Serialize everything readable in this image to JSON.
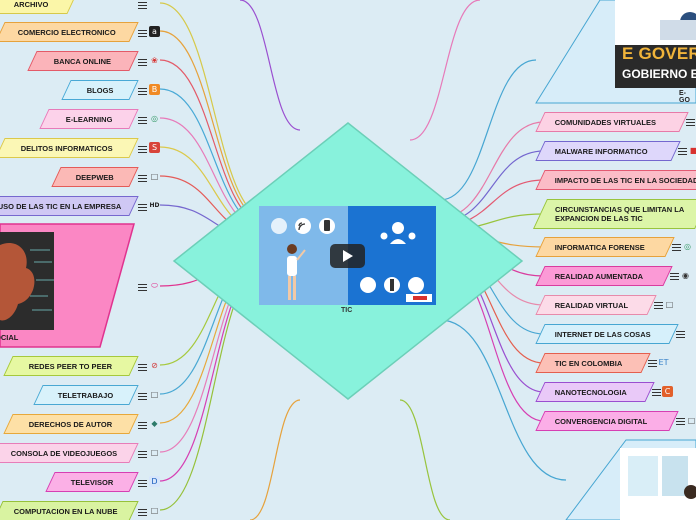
{
  "center": {
    "title": "TIC"
  },
  "left_nodes": [
    {
      "key": "archivo",
      "label": "ARCHIVO",
      "color": "#fbf6a8",
      "border": "#d6c94a",
      "icon": "none"
    },
    {
      "key": "comercio",
      "label": "COMERCIO ELECTRONICO",
      "color": "#fdd8a2",
      "border": "#e6a23c",
      "icon": "a-box"
    },
    {
      "key": "banca",
      "label": "BANCA ONLINE",
      "color": "#fbb4ba",
      "border": "#e35a68",
      "icon": "cherries"
    },
    {
      "key": "blogs",
      "label": "BLOGS",
      "color": "#d7f1fb",
      "border": "#48a9d6",
      "icon": "blogger"
    },
    {
      "key": "elearning",
      "label": "E-LEARNING",
      "color": "#fcd2ea",
      "border": "#e77ab9",
      "icon": "globe"
    },
    {
      "key": "delitos",
      "label": "DELITOS INFORMATICOS",
      "color": "#fbf7b5",
      "border": "#dbc94b",
      "icon": "s-circle"
    },
    {
      "key": "deepweb",
      "label": "DEEPWEB",
      "color": "#fbb9b6",
      "border": "#e45b58",
      "icon": "note"
    },
    {
      "key": "empresa",
      "label": "USO DE LAS TIC EN LA EMPRESA",
      "color": "#cfc8f4",
      "border": "#7668cf",
      "icon": "hd"
    },
    {
      "key": "social",
      "label": "SOCIAL",
      "color": "#fb87c4",
      "border": "#e0338f",
      "icon": "link"
    },
    {
      "key": "p2p",
      "label": "REDES PEER TO PEER",
      "color": "#e6f8a2",
      "border": "#a6c93c",
      "icon": "p-circle"
    },
    {
      "key": "teletrabajo",
      "label": "TELETRABAJO",
      "color": "#d8f2fb",
      "border": "#49a8d3",
      "icon": "note"
    },
    {
      "key": "derechos",
      "label": "DERECHOS DE AUTOR",
      "color": "#fde0a6",
      "border": "#e7a83a",
      "icon": "diamond"
    },
    {
      "key": "videojuegos",
      "label": "CONSOLA DE VIDEOJUEGOS",
      "color": "#fbd3e9",
      "border": "#e77db9",
      "icon": "note"
    },
    {
      "key": "televisor",
      "label": "TELEVISOR",
      "color": "#fbb0e6",
      "border": "#d63fb3",
      "icon": "d-box"
    },
    {
      "key": "nube",
      "label": "COMPUTACION EN LA NUBE",
      "color": "#d9f3a1",
      "border": "#96c13a",
      "icon": "note"
    }
  ],
  "right_nodes": [
    {
      "key": "comunidades",
      "label": "COMUNIDADES VIRTUALES",
      "color": "#fcd2e4",
      "border": "#e77aa8",
      "icon": "lines"
    },
    {
      "key": "malware",
      "label": "MALWARE INFORMATICO",
      "color": "#ded7fb",
      "border": "#7467cf",
      "icon": "red-box"
    },
    {
      "key": "impacto",
      "label": "IMPACTO DE LAS TIC EN LA SOCIEDAD",
      "color": "#fbbcc7",
      "border": "#e35a72",
      "icon": "none"
    },
    {
      "key": "circunstancias",
      "label": "CIRCUNSTANCIAS QUE LIMITAN LA EXPANCION DE LAS TIC",
      "color": "#dcf5a8",
      "border": "#98c43d",
      "icon": "none"
    },
    {
      "key": "forense",
      "label": "INFORMATICA FORENSE",
      "color": "#fdd8a2",
      "border": "#e6a23c",
      "icon": "globe"
    },
    {
      "key": "aumentada",
      "label": "REALIDAD AUMENTADA",
      "color": "#fb9ad6",
      "border": "#d93c9f",
      "icon": "car"
    },
    {
      "key": "virtual",
      "label": "REALIDAD VIRTUAL",
      "color": "#fcdbe8",
      "border": "#e78aab",
      "icon": "note"
    },
    {
      "key": "iot",
      "label": "INTERNET DE LAS COSAS",
      "color": "#d6f0fb",
      "border": "#47a6d2",
      "icon": "none"
    },
    {
      "key": "colombia",
      "label": "TIC EN COLOMBIA",
      "color": "#fcc0b6",
      "border": "#e45f4e",
      "icon": "et"
    },
    {
      "key": "nanotecnologia",
      "label": "NANOTECNOLOGIA",
      "color": "#e9c9f8",
      "border": "#9a4fd0",
      "icon": "c-box"
    },
    {
      "key": "convergencia",
      "label": "CONVERGENCIA DIGITAL",
      "color": "#fbaee7",
      "border": "#d63fb3",
      "icon": "note"
    }
  ],
  "top_right": {
    "line1": "E GOVERNM",
    "line2": "GOBIERNO EL",
    "caption": "E-GO"
  },
  "colors": {
    "center_fill": "#88f2dc",
    "center_border": "#6ccfb8",
    "video_left": "#7fb9ea",
    "video_right": "#1b73d2",
    "background": "#dcecf4"
  }
}
